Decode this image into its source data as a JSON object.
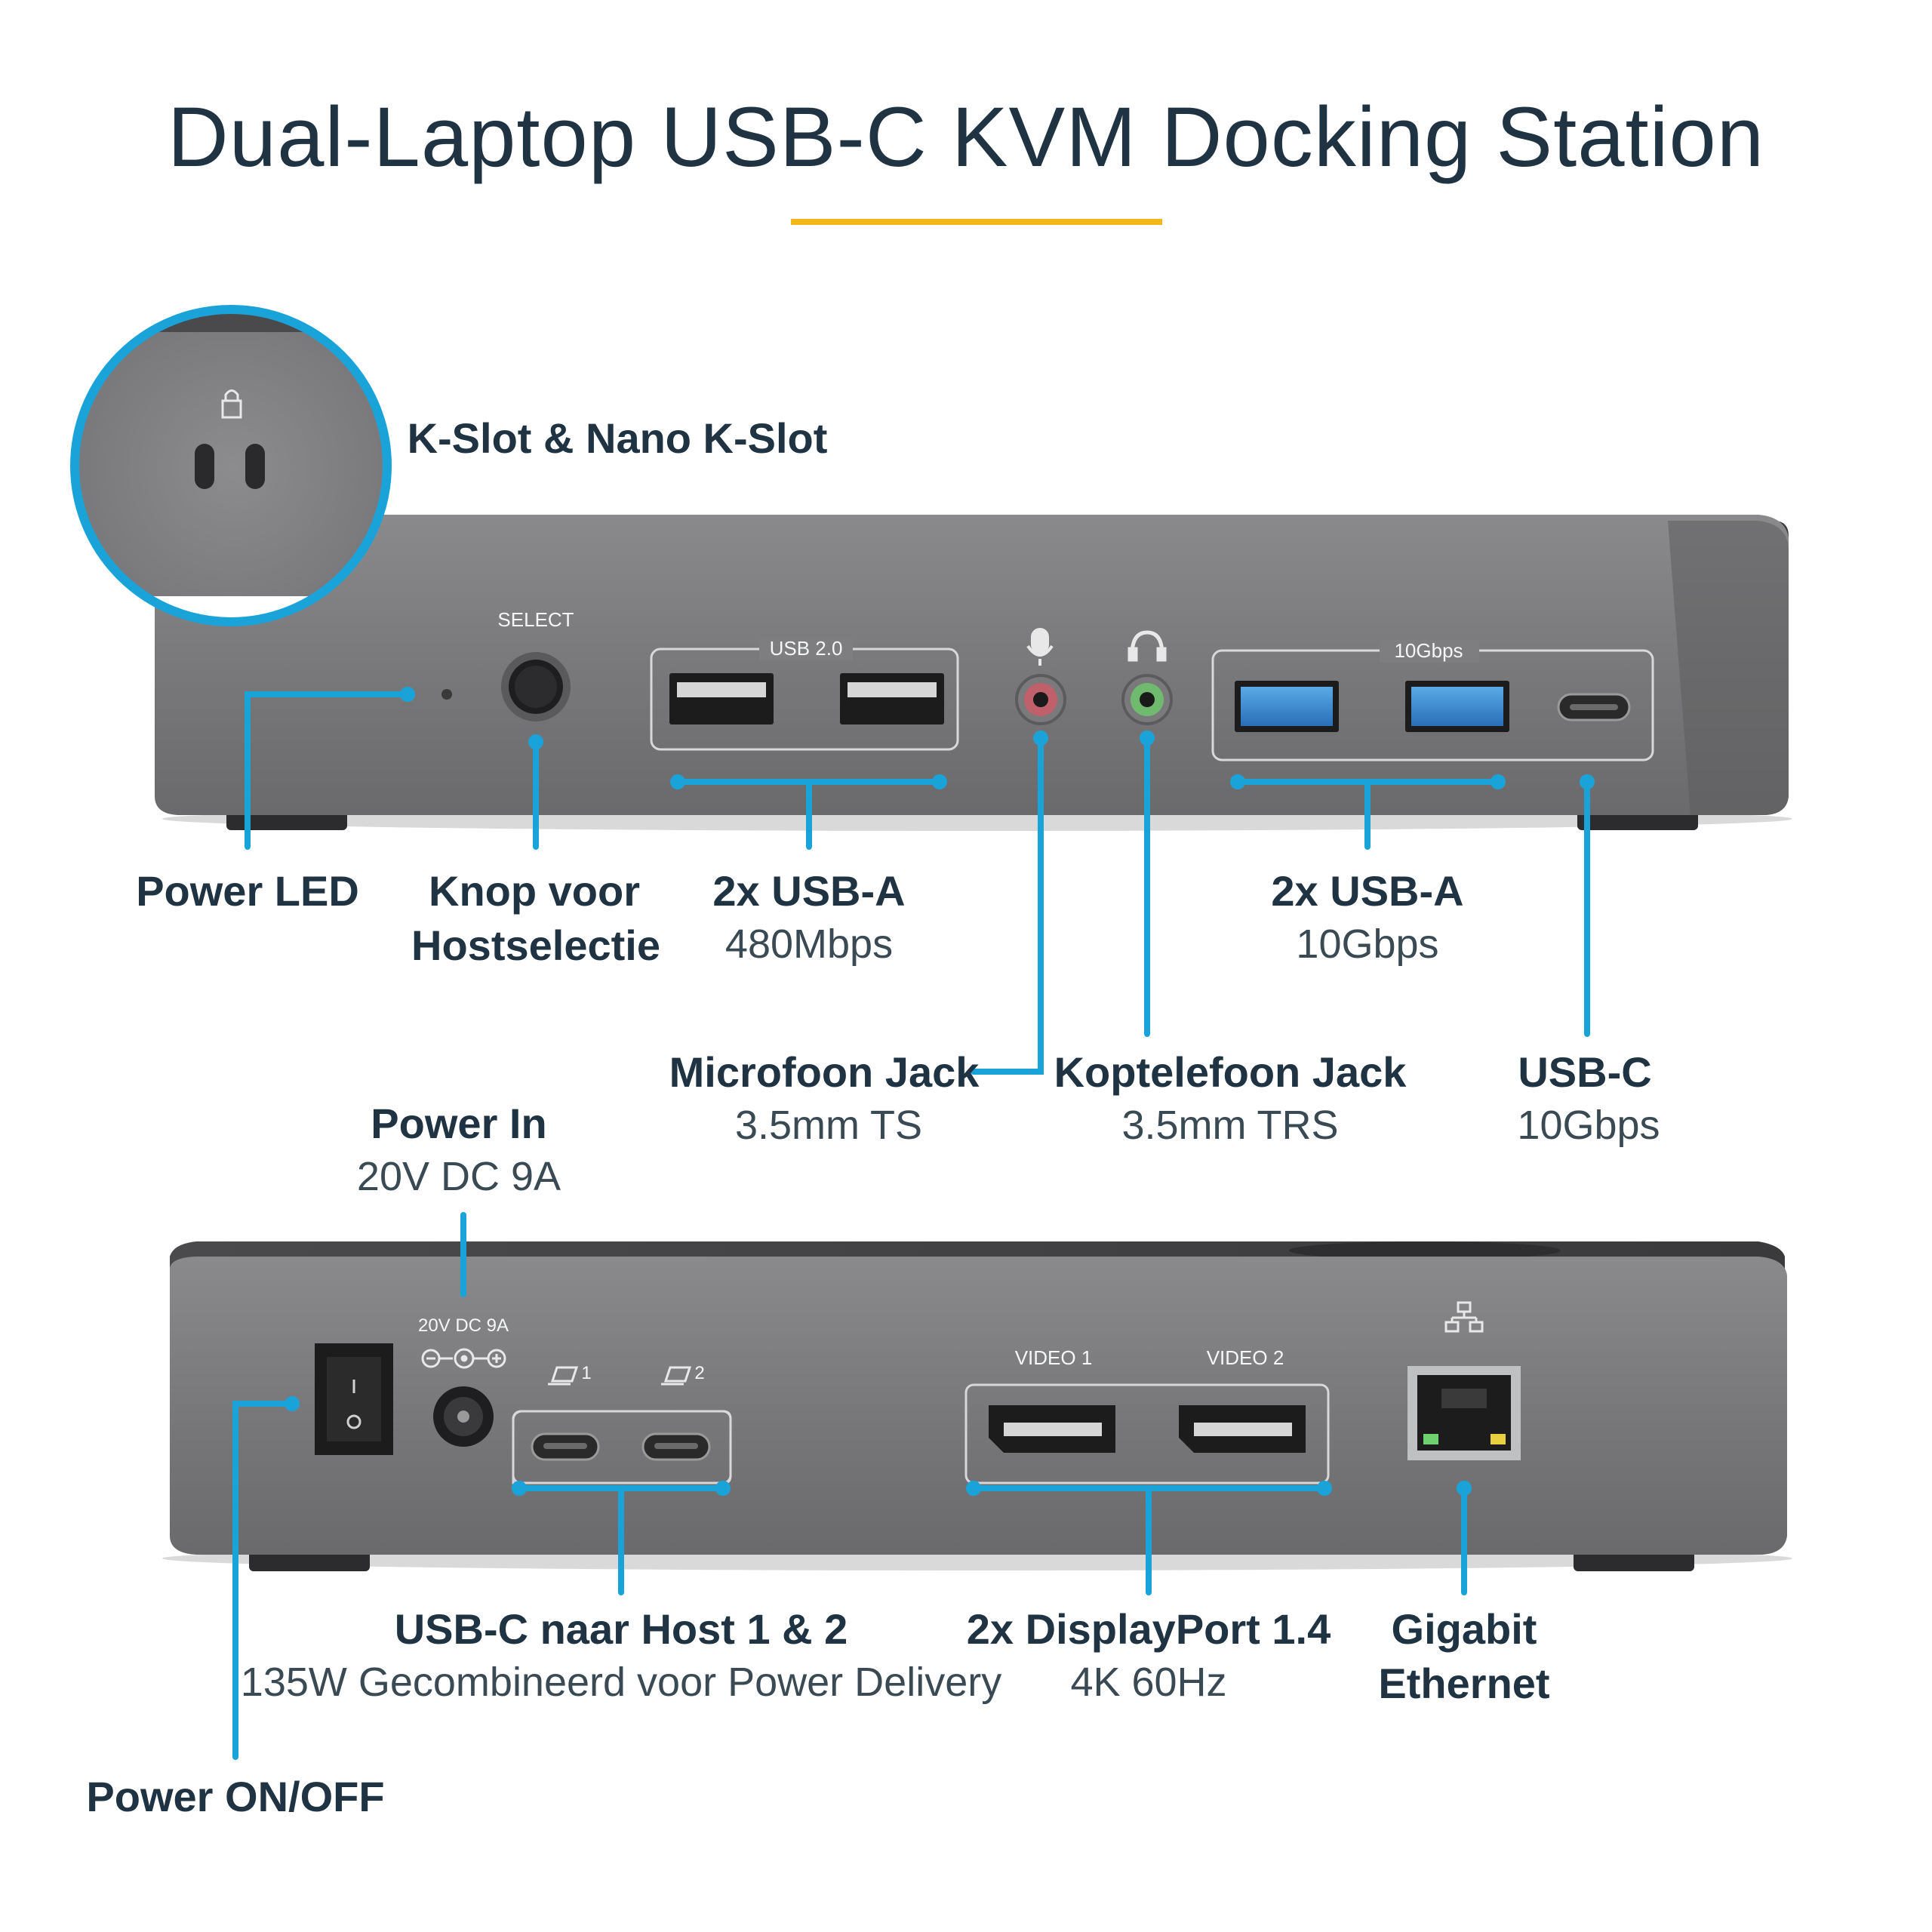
{
  "title": "Dual-Laptop USB-C KVM Docking Station",
  "colors": {
    "accent": "#f2b81a",
    "callout": "#1aa3d9",
    "device": "#6c6c6e",
    "text": "#1f3342"
  },
  "front": {
    "kslot_label": "K-Slot & Nano K-Slot",
    "panel_text": {
      "select": "SELECT",
      "usb2_group": "USB 2.0",
      "gbps_group": "10Gbps"
    },
    "power_led": "Power LED",
    "host_select": {
      "line1": "Knop voor",
      "line2": "Hostselectie"
    },
    "usb_a_480": {
      "title": "2x USB-A",
      "sub": "480Mbps"
    },
    "usb_a_10": {
      "title": "2x USB-A",
      "sub": "10Gbps"
    },
    "mic": {
      "title": "Microfoon Jack",
      "sub": "3.5mm TS"
    },
    "headphone": {
      "title": "Koptelefoon Jack",
      "sub": "3.5mm TRS"
    },
    "usb_c": {
      "title": "USB-C",
      "sub": "10Gbps"
    },
    "icons": [
      "lock-icon",
      "microphone-icon",
      "headphones-icon"
    ]
  },
  "rear": {
    "power_in": {
      "title": "Power In",
      "sub": "20V DC 9A"
    },
    "panel_text": {
      "dc_label": "20V DC 9A",
      "host1": "1",
      "host2": "2",
      "video1": "VIDEO 1",
      "video2": "VIDEO 2"
    },
    "usb_c_host": {
      "title": "USB-C naar Host 1 & 2",
      "sub": "135W Gecombineerd voor Power Delivery"
    },
    "displayport": {
      "title": "2x DisplayPort 1.4",
      "sub": "4K 60Hz"
    },
    "ethernet": {
      "line1": "Gigabit",
      "line2": "Ethernet"
    },
    "power_switch": "Power ON/OFF",
    "icons": [
      "laptop-icon",
      "network-icon",
      "power-switch-icon"
    ]
  }
}
